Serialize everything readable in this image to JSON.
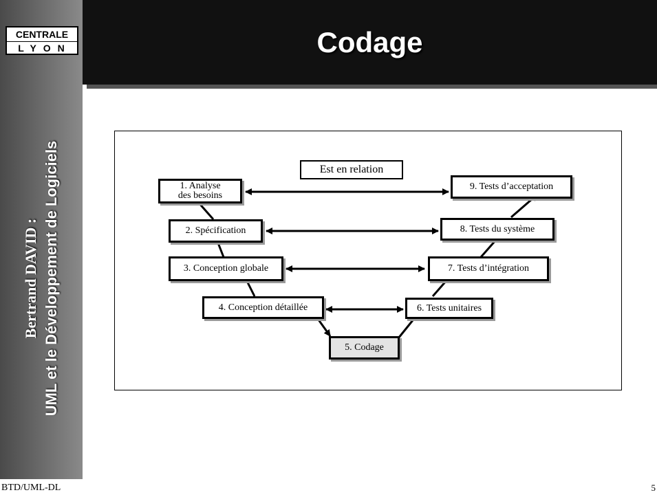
{
  "sidebar": {
    "logo_line1": "CENTRALE",
    "logo_line2": "LYON",
    "author": "Bertrand DAVID :",
    "course": "UML et le Développement de Logiciels",
    "footer_code": "BTD/UML-DL"
  },
  "header": {
    "title": "Codage"
  },
  "page_number": "5",
  "diagram": {
    "relation_label": "Est en relation",
    "steps": [
      {
        "label": "1. Analyse\ndes besoins"
      },
      {
        "label": "2. Spécification"
      },
      {
        "label": "3. Conception globale"
      },
      {
        "label": "4. Conception détaillée"
      },
      {
        "label": "5. Codage",
        "highlighted": true
      },
      {
        "label": "6. Tests unitaires"
      },
      {
        "label": "7. Tests d’intégration"
      },
      {
        "label": "8. Tests du système"
      },
      {
        "label": "9. Tests d’acceptation"
      }
    ]
  }
}
